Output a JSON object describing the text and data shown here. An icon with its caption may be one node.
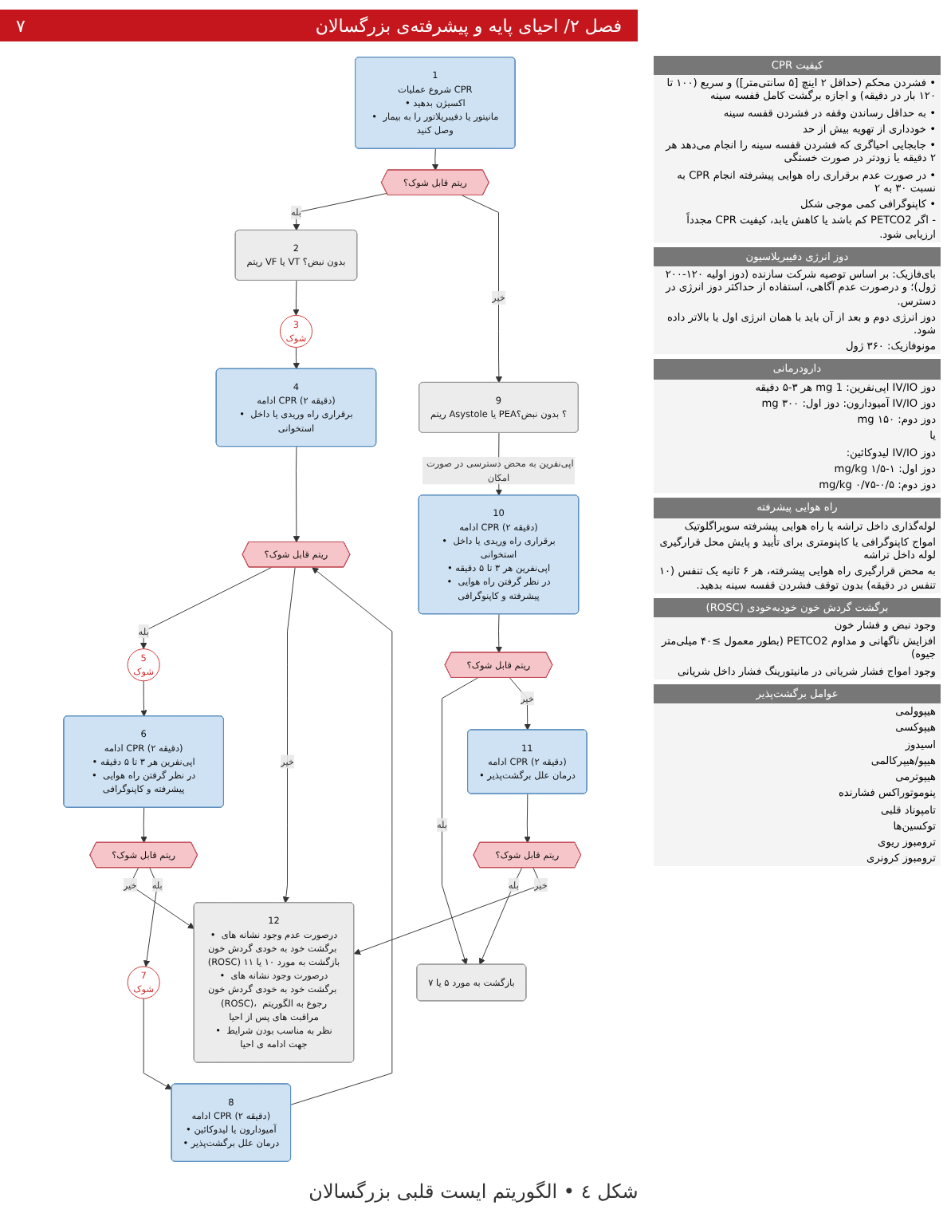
{
  "diagram": {
    "title": "فصل ۲/ احیای پایه و پیشرفته‌ی بزرگسالان",
    "caption": "شکل ٤ • الگوریتم ایست قلبی بزرگسالان",
    "nodes": [
      {
        "text": [
          "1",
          "شروع عملیات CPR",
          "• اکسیژن بدهید",
          "• مانیتور یا دفیبریلاتور را به بیمار وصل کنید"
        ]
      },
      {
        "text": [
          "ریتم قابل شوک؟"
        ]
      },
      {
        "text": [
          "2",
          "ریتم VF یا VT بدون نبض؟"
        ]
      },
      {
        "text": [
          "3",
          "شوک"
        ]
      },
      {
        "text": [
          "4",
          "ادامه CPR (۲ دقیقه)",
          "• برقراری راه وریدی یا داخل استخوانی"
        ]
      },
      {
        "text": [
          "ریتم قابل شوک؟"
        ]
      },
      {
        "text": [
          "5",
          "شوک"
        ]
      },
      {
        "text": [
          "6",
          "ادامه CPR (۲ دقیقه)",
          "• اپی‌نفرین هر ۳ تا ۵ دقیقه",
          "• در نظر گرفتن راه هوایی پیشرفته و کاپنوگرافی"
        ]
      },
      {
        "text": [
          "ریتم قابل شوک؟"
        ]
      },
      {
        "text": [
          "7",
          "شوک"
        ]
      },
      {
        "text": [
          "8",
          "ادامه CPR (۲ دقیقه)",
          "• آمیودارون یا لیدوکائین",
          "• درمان علل برگشت‌پذیر"
        ]
      },
      {
        "text": [
          "9",
          "ریتم Asystole یا PEA؟ بدون نبض؟"
        ]
      },
      {
        "text": [
          "10",
          "ادامه CPR (۲ دقیقه)",
          "• برقراری راه وریدی یا داخل استخوانی",
          "• اپی‌نفرین هر ۳ تا ۵ دقیقه",
          "• در نظر گرفتن راه هوایی پیشرفته و کاپنوگرافی"
        ]
      },
      {
        "text": [
          "ریتم قابل شوک؟"
        ]
      },
      {
        "text": [
          "11",
          "ادامه CPR (۲ دقیقه)",
          "• درمان علل برگشت‌پذیر"
        ]
      },
      {
        "text": [
          "ریتم قابل شوک؟"
        ]
      },
      {
        "text": [
          "12",
          "• درصورت عدم وجود نشانه های برگشت خود به خودی گردش خون (ROSC) بازگشت به مورد ۱۰ یا ۱۱",
          "• درصورت وجود نشانه های برگشت خود به خودی گردش خون (ROSC)، رجوع به الگوریتم مراقبت های پس از احیا",
          "• نظر به مناسب بودن شرایط جهت ادامه ی احیا"
        ]
      },
      {
        "text": [
          "بازگشت به مورد ۵ یا ۷"
        ]
      }
    ],
    "edges": [
      {
        "from": 0,
        "to": 1,
        "arrow": "to"
      },
      {
        "from": 1,
        "to": 2,
        "arrow": "to",
        "label": "بله"
      },
      {
        "from": 1,
        "to": 11,
        "arrow": "to",
        "label": "خیر"
      },
      {
        "from": 2,
        "to": 3,
        "arrow": "to"
      },
      {
        "from": 3,
        "to": 4,
        "arrow": "to"
      },
      {
        "from": 4,
        "to": 5,
        "arrow": "to"
      },
      {
        "from": 5,
        "to": 6,
        "arrow": "to",
        "label": "بله"
      },
      {
        "from": 5,
        "to": 16,
        "arrow": "to",
        "label": "خیر"
      },
      {
        "from": 6,
        "to": 7,
        "arrow": "to"
      },
      {
        "from": 7,
        "to": 8,
        "arrow": "to"
      },
      {
        "from": 8,
        "to": 16,
        "arrow": "to",
        "label": "خیر"
      },
      {
        "from": 8,
        "to": 9,
        "arrow": "to",
        "label": "بله"
      },
      {
        "from": 9,
        "to": 10,
        "arrow": "to"
      },
      {
        "from": 10,
        "to": 5,
        "arrow": "to"
      },
      {
        "from": 11,
        "to": 12,
        "arrow": "to",
        "label": "اپی‌نفرین به محض دسترسی در صورت امکان"
      },
      {
        "from": 12,
        "to": 13,
        "arrow": "to"
      },
      {
        "from": 13,
        "to": 17,
        "arrow": "to",
        "label": "بله"
      },
      {
        "from": 13,
        "to": 14,
        "arrow": "to",
        "label": "خیر"
      },
      {
        "from": 14,
        "to": 15,
        "arrow": "to"
      },
      {
        "from": 15,
        "to": 17,
        "arrow": "to",
        "label": "بله"
      },
      {
        "from": 15,
        "to": 16,
        "arrow": "to",
        "label": "خیر"
      }
    ],
    "labels": [
      "۷",
      "کیفیت CPR",
      "• فشردن محکم (حداقل ۲ اینچ [۵ سانتی‌متر]) و سریع (۱۰۰ تا ۱۲۰ بار در دقیقه) و اجازه برگشت کامل قفسه سینه",
      "• به حداقل رساندن وقفه در فشردن قفسه سینه",
      "• خودداری از تهویه بیش از حد",
      "• جابجایی احیاگری که فشردن قفسه سینه را انجام می‌دهد هر ۲ دقیقه یا زودتر در صورت خستگی",
      "• در صورت عدم برقراری راه هوایی پیشرفته انجام CPR به نسبت ۳۰ به ۲",
      "• کاپنوگرافی کمی موجی شکل",
      "- اگر PETCO2 کم باشد یا کاهش یابد، کیفیت CPR مجدداً ارزیابی شود.",
      "دوز انرژی دفیبریلاسیون",
      "بای‌فازیک: بر اساس توصیه شرکت سازنده (دوز اولیه ۱۲۰-۲۰۰ ژول)؛ و درصورت عدم آگاهی، استفاده از حداکثر دوز انرژی در دسترس.",
      "دوز انرژی دوم و بعد از آن باید با همان انرژی اول یا بالاتر داده شود.",
      "مونوفازیک: ۳۶۰ ژول",
      "دارودرمانی",
      "دوز IV/IO اپی‌نفرین: 1 mg هر ۳-۵ دقیقه",
      "دوز IV/IO آمیودارون: دوز اول: ۳۰۰ mg",
      "دوز دوم: ۱۵۰ mg",
      "یا",
      "دوز IV/IO لیدوکائین:",
      "دوز اول: ۱-۱/۵ mg/kg",
      "دوز دوم: ۰/۵-۰/۷۵ mg/kg",
      "راه هوایی پیشرفته",
      "لوله‌گذاری داخل تراشه یا راه هوایی پیشرفته سوپراگلوتیک",
      "امواج کاپنوگرافی یا کاپنومتری برای تأیید و پایش محل قرارگیری لوله داخل تراشه",
      "به محض قرارگیری راه هوایی پیشرفته، هر ۶ ثانیه یک تنفس (۱۰ تنفس در دقیقه) بدون توقف فشردن قفسه سینه بدهید.",
      "برگشت گردش خون خودبه‌خودی (ROSC)",
      "وجود نبض و فشار خون",
      "افزایش ناگهانی و مداوم PETCO2 (بطور معمول ≥۴۰ میلی‌متر جیوه)",
      "وجود امواج فشار شریانی در مانیتورینگ فشار داخل شریانی",
      "عوامل برگشت‌پذیر",
      "هیپوولمی",
      "هیپوکسی",
      "اسیدوز",
      "هیپو/هیپرکالمی",
      "هیپوترمی",
      "پنوموتوراکس فشارنده",
      "تامپوناد قلبی",
      "توکسین‌ها",
      "ترومبوز ریوی",
      "ترومبوز کرونری"
    ]
  }
}
